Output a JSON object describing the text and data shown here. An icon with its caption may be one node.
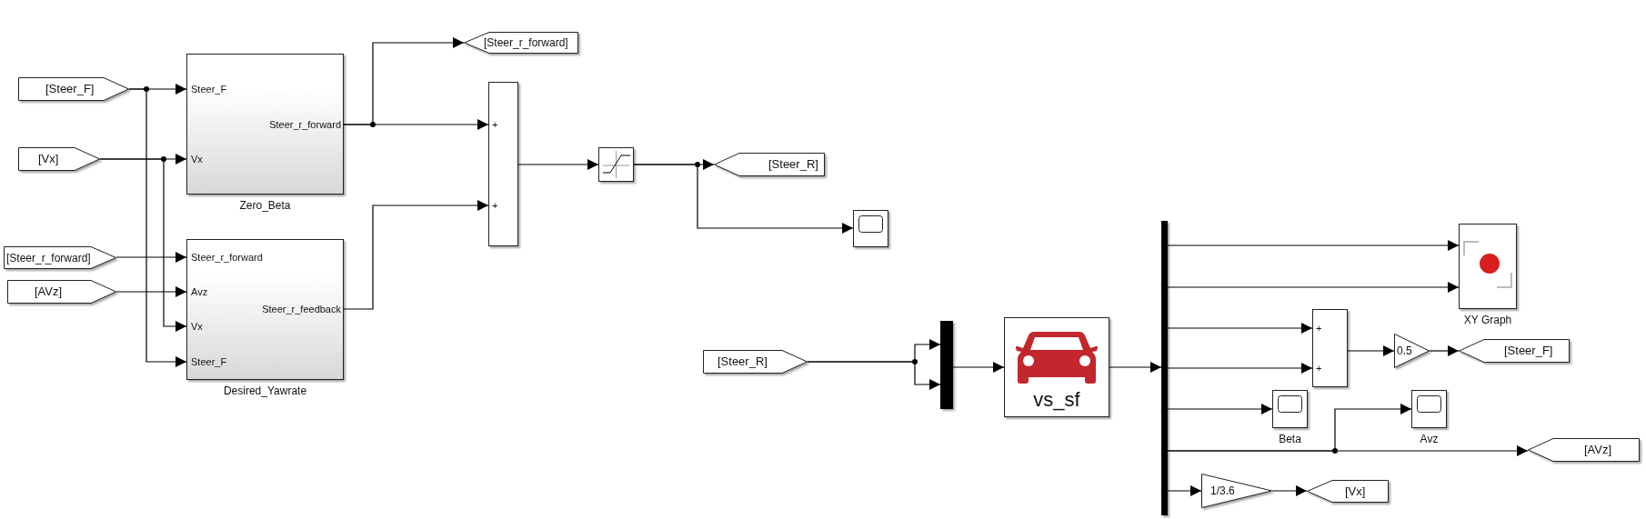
{
  "diagram": {
    "nodes": [
      {
        "text": [
          "[Steer_F]"
        ]
      },
      {
        "text": [
          "Steer_F",
          "Vx",
          "Steer_r_forward"
        ],
        "beside": [
          "Zero_Beta"
        ]
      },
      {
        "text": [
          "[Steer_r_forward]"
        ]
      },
      {
        "text": [
          "+",
          "+"
        ]
      },
      {
        "text": [
          "[Vx]"
        ]
      },
      {
        "text": [],
        "shape": "box"
      },
      {
        "text": [
          "[Steer_R]"
        ]
      },
      {
        "text": [],
        "shape": "box"
      },
      {
        "text": [
          "[Steer_r_forward]"
        ]
      },
      {
        "text": [
          "Steer_r_forward",
          "Avz",
          "Vx",
          "Steer_F",
          "Steer_r_feedback"
        ],
        "beside": [
          "Desired_Yawrate"
        ]
      },
      {
        "text": [],
        "shape": "box",
        "beside": [
          "XY Graph"
        ]
      },
      {
        "text": [
          "[AVz]"
        ]
      },
      {
        "text": [
          "+",
          "+"
        ]
      },
      {
        "text": [
          "0.5"
        ]
      },
      {
        "text": [
          "[Steer_F]"
        ]
      },
      {
        "text": [
          "[Steer_R]"
        ]
      },
      {
        "text": [],
        "shape": "bar"
      },
      {
        "text": [
          "vs_sf"
        ]
      },
      {
        "text": [],
        "shape": "bar"
      },
      {
        "text": [],
        "shape": "box",
        "beside": [
          "Beta"
        ]
      },
      {
        "text": [],
        "shape": "box",
        "beside": [
          "Avz"
        ]
      },
      {
        "text": [
          "[AVz]"
        ]
      },
      {
        "text": [
          "1/3.6"
        ]
      },
      {
        "text": [
          "[Vx]"
        ]
      }
    ],
    "edges": [
      {
        "from": 0,
        "to": 1,
        "arrow": "to"
      },
      {
        "from": 0,
        "to": 9,
        "arrow": "to"
      },
      {
        "from": 4,
        "to": 1,
        "arrow": "to"
      },
      {
        "from": 4,
        "to": 9,
        "arrow": "to"
      },
      {
        "from": 8,
        "to": 9,
        "arrow": "to"
      },
      {
        "from": 11,
        "to": 9,
        "arrow": "to"
      },
      {
        "from": 1,
        "to": 3,
        "arrow": "to"
      },
      {
        "from": 1,
        "to": 2,
        "arrow": "to"
      },
      {
        "from": 9,
        "to": 3,
        "arrow": "to"
      },
      {
        "from": 3,
        "to": 5,
        "arrow": "to"
      },
      {
        "from": 5,
        "to": 6,
        "arrow": "to"
      },
      {
        "from": 5,
        "to": 7,
        "arrow": "to"
      },
      {
        "from": 15,
        "to": 16,
        "arrow": "to"
      },
      {
        "from": 15,
        "to": 16,
        "arrow": "to"
      },
      {
        "from": 16,
        "to": 17,
        "arrow": "to"
      },
      {
        "from": 17,
        "to": 18,
        "arrow": "to"
      },
      {
        "from": 18,
        "to": 10,
        "arrow": "to"
      },
      {
        "from": 18,
        "to": 10,
        "arrow": "to"
      },
      {
        "from": 18,
        "to": 12,
        "arrow": "to"
      },
      {
        "from": 18,
        "to": 12,
        "arrow": "to"
      },
      {
        "from": 12,
        "to": 13,
        "arrow": "to"
      },
      {
        "from": 13,
        "to": 14,
        "arrow": "to"
      },
      {
        "from": 18,
        "to": 19,
        "arrow": "to"
      },
      {
        "from": 18,
        "to": 21,
        "arrow": "to"
      },
      {
        "from": 18,
        "to": 20,
        "arrow": "to"
      },
      {
        "from": 18,
        "to": 22,
        "arrow": "to"
      },
      {
        "from": 22,
        "to": 23,
        "arrow": "to"
      }
    ]
  }
}
